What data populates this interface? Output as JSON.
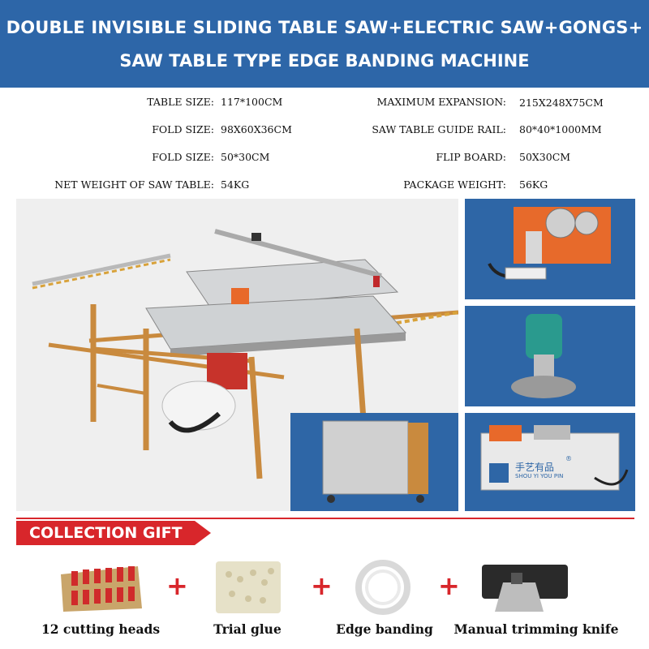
{
  "header": {
    "line1": "DOUBLE INVISIBLE SLIDING TABLE SAW+ELECTRIC SAW+GONGS+",
    "line2": "SAW TABLE TYPE EDGE BANDING MACHINE"
  },
  "specs_left": [
    {
      "label": "TABLE SIZE:",
      "value": "117*100CM"
    },
    {
      "label": "FOLD SIZE:",
      "value": "98X60X36CM"
    },
    {
      "label": "FOLD SIZE:",
      "value": "50*30CM"
    },
    {
      "label": "NET WEIGHT OF SAW TABLE:",
      "value": "54KG"
    }
  ],
  "specs_right": [
    {
      "label": "MAXIMUM EXPANSION:",
      "value": "215X248X75CM"
    },
    {
      "label": "SAW TABLE GUIDE RAIL:",
      "value": "80*40*1000MM"
    },
    {
      "label": "FLIP BOARD:",
      "value": "50X30CM"
    },
    {
      "label": "PACKAGE WEIGHT:",
      "value": "56KG"
    }
  ],
  "product_images": {
    "main": "sliding-table-saw-image",
    "tiles": [
      "saw-table-control-image",
      "electric-router-image",
      "folded-table-image",
      "edge-banding-machine-image"
    ]
  },
  "edge_banding_brand": {
    "cn": "手艺有品",
    "en": "SHOU YI YOU PIN",
    "mark": "®"
  },
  "gift": {
    "title": "COLLECTION GIFT",
    "items": [
      {
        "label": "12 cutting heads",
        "icon": "router-bits-image"
      },
      {
        "label": "Trial glue",
        "icon": "glue-bag-image"
      },
      {
        "label": "Edge banding",
        "icon": "edge-band-roll-image"
      },
      {
        "label": "Manual trimming knife",
        "icon": "trimming-knife-image"
      }
    ],
    "plus": "+"
  },
  "colors": {
    "header_bg": "#2d66a8",
    "tile_bg": "#2e66a6",
    "gift_red": "#d8262b",
    "frame_wood": "#c98a3e"
  }
}
